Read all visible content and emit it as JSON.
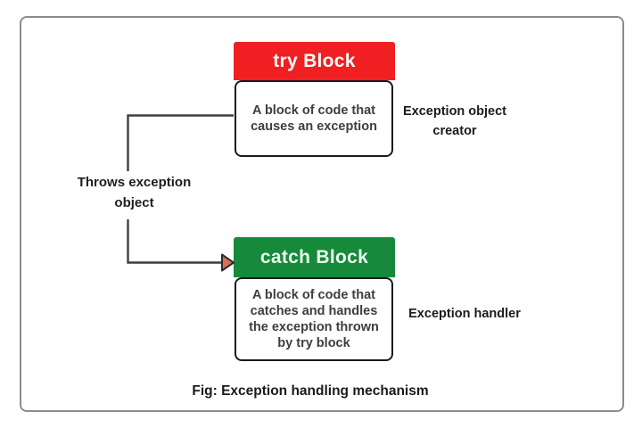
{
  "diagram": {
    "try_block": {
      "header": "try Block",
      "body": "A block of code that\ncauses an exception",
      "side_label": "Exception object\ncreator"
    },
    "catch_block": {
      "header": "catch Block",
      "body": "A block of code that\ncatches and handles\nthe exception thrown\nby try block",
      "side_label": "Exception handler"
    },
    "connector_label": "Throws exception\nobject",
    "caption": "Fig: Exception handling mechanism",
    "colors": {
      "try_header_bg": "#EF1F22",
      "catch_header_bg": "#17893B",
      "box_border": "#1a1a1a",
      "connector": "#3f3f3f",
      "arrow_fill": "#DD6B5B",
      "arrow_stroke": "#2b2b2b",
      "frame_border": "#8c8c8c"
    }
  }
}
